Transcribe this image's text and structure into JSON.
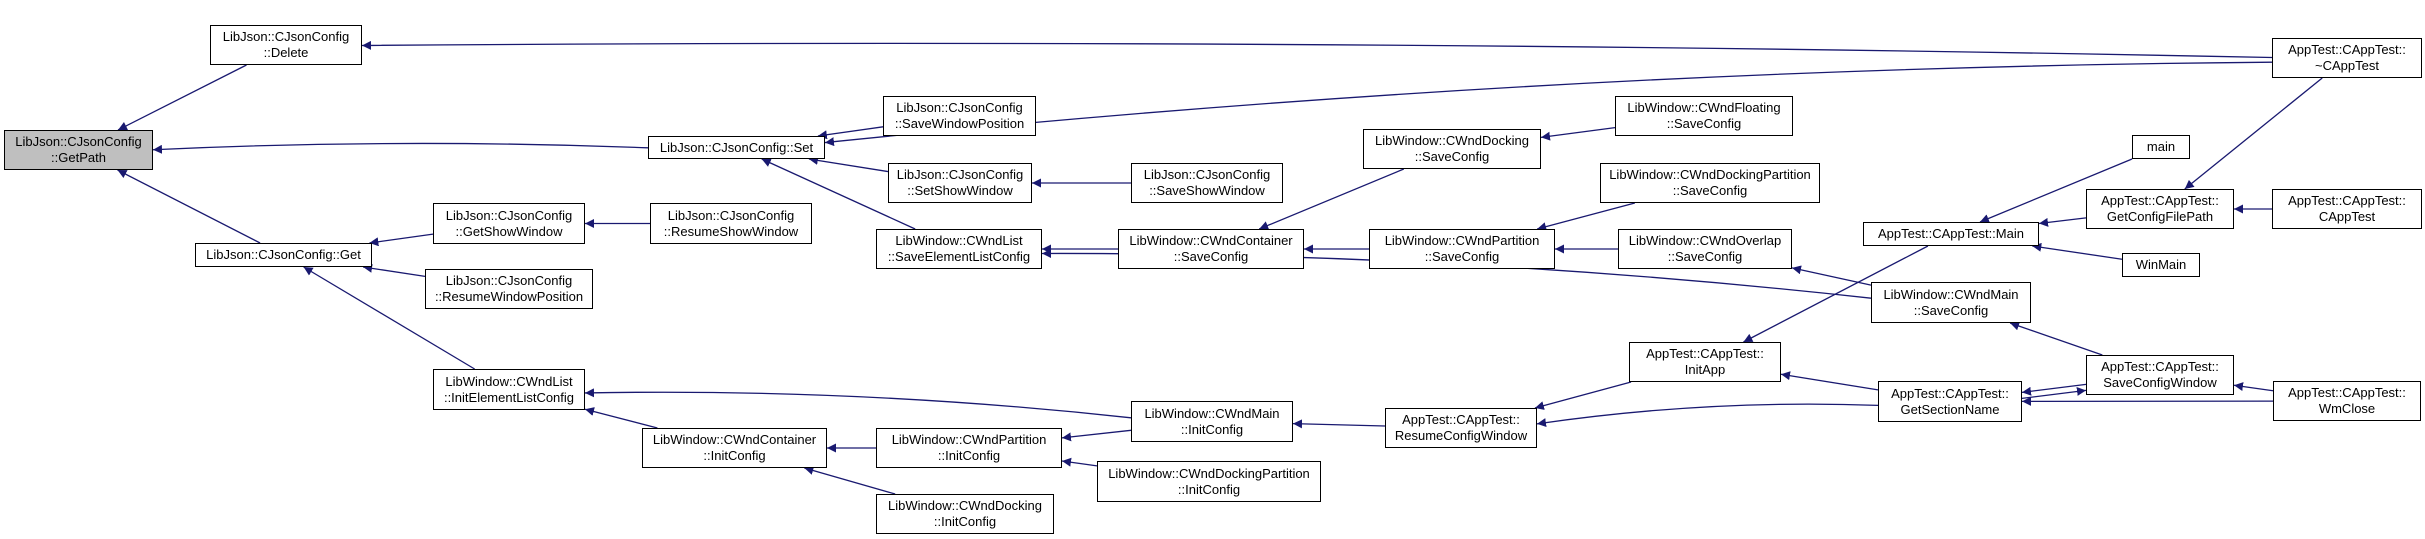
{
  "nodes": {
    "getpath": [
      "LibJson::CJsonConfig",
      "::GetPath"
    ],
    "delete": [
      "LibJson::CJsonConfig",
      "::Delete"
    ],
    "set": [
      "LibJson::CJsonConfig::Set"
    ],
    "get": [
      "LibJson::CJsonConfig::Get"
    ],
    "cappdtor": [
      "AppTest::CAppTest::",
      "~CAppTest"
    ],
    "savewinpos": [
      "LibJson::CJsonConfig",
      "::SaveWindowPosition"
    ],
    "setshowwin": [
      "LibJson::CJsonConfig",
      "::SetShowWindow"
    ],
    "saveshowwin": [
      "LibJson::CJsonConfig",
      "::SaveShowWindow"
    ],
    "getshowwin": [
      "LibJson::CJsonConfig",
      "::GetShowWindow"
    ],
    "resumeshowwin": [
      "LibJson::CJsonConfig",
      "::ResumeShowWindow"
    ],
    "resumewinpos": [
      "LibJson::CJsonConfig",
      "::ResumeWindowPosition"
    ],
    "savelist": [
      "LibWindow::CWndList",
      "::SaveElementListConfig"
    ],
    "initlist": [
      "LibWindow::CWndList",
      "::InitElementListConfig"
    ],
    "containersave": [
      "LibWindow::CWndContainer",
      "::SaveConfig"
    ],
    "containerinit": [
      "LibWindow::CWndContainer",
      "::InitConfig"
    ],
    "dockingsave": [
      "LibWindow::CWndDocking",
      "::SaveConfig"
    ],
    "partitionsave": [
      "LibWindow::CWndPartition",
      "::SaveConfig"
    ],
    "floatingsave": [
      "LibWindow::CWndFloating",
      "::SaveConfig"
    ],
    "dockpartsave": [
      "LibWindow::CWndDockingPartition",
      "::SaveConfig"
    ],
    "overlapsave": [
      "LibWindow::CWndOverlap",
      "::SaveConfig"
    ],
    "partitioninit": [
      "LibWindow::CWndPartition",
      "::InitConfig"
    ],
    "dockinginit": [
      "LibWindow::CWndDocking",
      "::InitConfig"
    ],
    "dockpartinit": [
      "LibWindow::CWndDockingPartition",
      "::InitConfig"
    ],
    "wndmaininit": [
      "LibWindow::CWndMain",
      "::InitConfig"
    ],
    "resumeconfig": [
      "AppTest::CAppTest::",
      "ResumeConfigWindow"
    ],
    "initapp": [
      "AppTest::CAppTest::",
      "InitApp"
    ],
    "apptestmain": [
      "AppTest::CAppTest::Main"
    ],
    "wndmainsave": [
      "LibWindow::CWndMain",
      "::SaveConfig"
    ],
    "getsection": [
      "AppTest::CAppTest::",
      "GetSectionName"
    ],
    "mainfn": [
      "main"
    ],
    "winmain": [
      "WinMain"
    ],
    "getcfgpath": [
      "AppTest::CAppTest::",
      "GetConfigFilePath"
    ],
    "capptest": [
      "AppTest::CAppTest::",
      "CAppTest"
    ],
    "savecfgwin": [
      "AppTest::CAppTest::",
      "SaveConfigWindow"
    ],
    "wmclose": [
      "AppTest::CAppTest::",
      "WmClose"
    ]
  },
  "edges": [
    [
      "delete",
      "getpath"
    ],
    [
      "set",
      "getpath"
    ],
    [
      "get",
      "getpath"
    ],
    [
      "cappdtor",
      "delete"
    ],
    [
      "cappdtor",
      "set"
    ],
    [
      "savewinpos",
      "set"
    ],
    [
      "setshowwin",
      "set"
    ],
    [
      "savelist",
      "set"
    ],
    [
      "saveshowwin",
      "setshowwin"
    ],
    [
      "getshowwin",
      "get"
    ],
    [
      "resumewinpos",
      "get"
    ],
    [
      "initlist",
      "get"
    ],
    [
      "resumeshowwin",
      "getshowwin"
    ],
    [
      "containersave",
      "savelist"
    ],
    [
      "wndmainsave",
      "savelist"
    ],
    [
      "dockingsave",
      "containersave"
    ],
    [
      "partitionsave",
      "containersave"
    ],
    [
      "floatingsave",
      "dockingsave"
    ],
    [
      "dockpartsave",
      "partitionsave"
    ],
    [
      "overlapsave",
      "partitionsave"
    ],
    [
      "wndmainsave",
      "overlapsave"
    ],
    [
      "containerinit",
      "initlist"
    ],
    [
      "wndmaininit",
      "initlist"
    ],
    [
      "partitioninit",
      "containerinit"
    ],
    [
      "dockinginit",
      "containerinit"
    ],
    [
      "dockpartinit",
      "partitioninit"
    ],
    [
      "wndmaininit",
      "partitioninit"
    ],
    [
      "resumeconfig",
      "wndmaininit"
    ],
    [
      "initapp",
      "resumeconfig"
    ],
    [
      "getsection",
      "resumeconfig"
    ],
    [
      "apptestmain",
      "initapp"
    ],
    [
      "getsection",
      "initapp"
    ],
    [
      "mainfn",
      "apptestmain"
    ],
    [
      "winmain",
      "apptestmain"
    ],
    [
      "getcfgpath",
      "apptestmain"
    ],
    [
      "cappdtor",
      "getcfgpath"
    ],
    [
      "capptest",
      "getcfgpath"
    ],
    [
      "savecfgwin",
      "wndmainsave"
    ],
    [
      "savecfgwin",
      "getsection"
    ],
    [
      "getsection",
      "savecfgwin"
    ],
    [
      "wmclose",
      "savecfgwin"
    ],
    [
      "wmclose",
      "getsection"
    ]
  ],
  "colors": {
    "edge": "#191970",
    "root_fill": "#bfbfbf",
    "node_fill": "#ffffff",
    "border": "#000000"
  }
}
